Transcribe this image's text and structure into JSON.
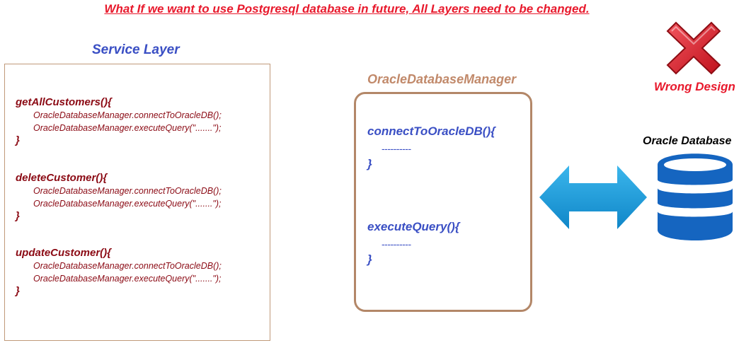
{
  "headline": "What If we want to use Postgresql database in future, All Layers need to be changed.",
  "service_layer": {
    "title": "Service Layer",
    "methods": [
      {
        "name": "getAllCustomers(){",
        "calls": [
          "OracleDatabaseManager.connectToOracleDB();",
          "OracleDatabaseManager.executeQuery(\".......\");"
        ],
        "close": "}"
      },
      {
        "name": "deleteCustomer(){",
        "calls": [
          "OracleDatabaseManager.connectToOracleDB();",
          "OracleDatabaseManager.executeQuery(\".......\");"
        ],
        "close": "}"
      },
      {
        "name": "updateCustomer(){",
        "calls": [
          "OracleDatabaseManager.connectToOracleDB();",
          "OracleDatabaseManager.executeQuery(\".......\");"
        ],
        "close": "}"
      }
    ]
  },
  "manager": {
    "title": "OracleDatabaseManager",
    "functions": [
      {
        "name": "connectToOracleDB(){",
        "body": "----------",
        "close": "}"
      },
      {
        "name": "executeQuery(){",
        "body": "----------",
        "close": "}"
      }
    ]
  },
  "wrong_design": {
    "label": "Wrong Design",
    "icon": "x-mark-icon",
    "color": "#e8192c"
  },
  "database": {
    "label": "Oracle Database",
    "icon": "database-icon",
    "color": "#1565c0"
  },
  "arrow": {
    "icon": "double-arrow-icon",
    "color": "#1a9ad6"
  }
}
